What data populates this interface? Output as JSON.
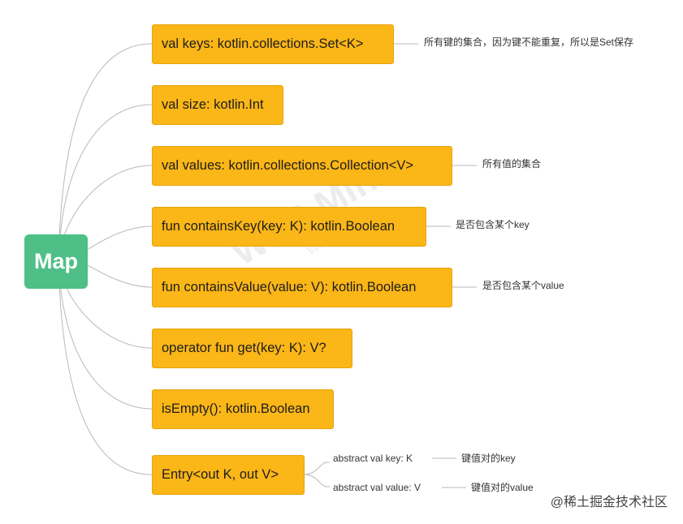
{
  "root": {
    "label": "Map"
  },
  "branches": [
    {
      "label": "val keys: kotlin.collections.Set<K>",
      "note": "所有键的集合，因为键不能重复，所以是Set保存"
    },
    {
      "label": "val size: kotlin.Int",
      "note": ""
    },
    {
      "label": "val values: kotlin.collections.Collection<V>",
      "note": "所有值的集合"
    },
    {
      "label": "fun containsKey(key: K): kotlin.Boolean",
      "note": "是否包含某个key"
    },
    {
      "label": "fun containsValue(value: V): kotlin.Boolean",
      "note": "是否包含某个value"
    },
    {
      "label": "operator fun get(key: K): V?",
      "note": ""
    },
    {
      "label": "isEmpty(): kotlin.Boolean",
      "note": ""
    },
    {
      "label": "Entry<out K, out V>",
      "children": [
        {
          "label": "abstract val key: K",
          "note": "键值对的key"
        },
        {
          "label": "abstract val value: V",
          "note": "键值对的value"
        }
      ]
    }
  ],
  "watermark": {
    "main": "WPS Mind",
    "sub": "WPS思维导图"
  },
  "credit": "@稀土掘金技术社区",
  "colors": {
    "root": "#4dbf87",
    "node": "#fbb617",
    "line": "#b8b8b8"
  }
}
